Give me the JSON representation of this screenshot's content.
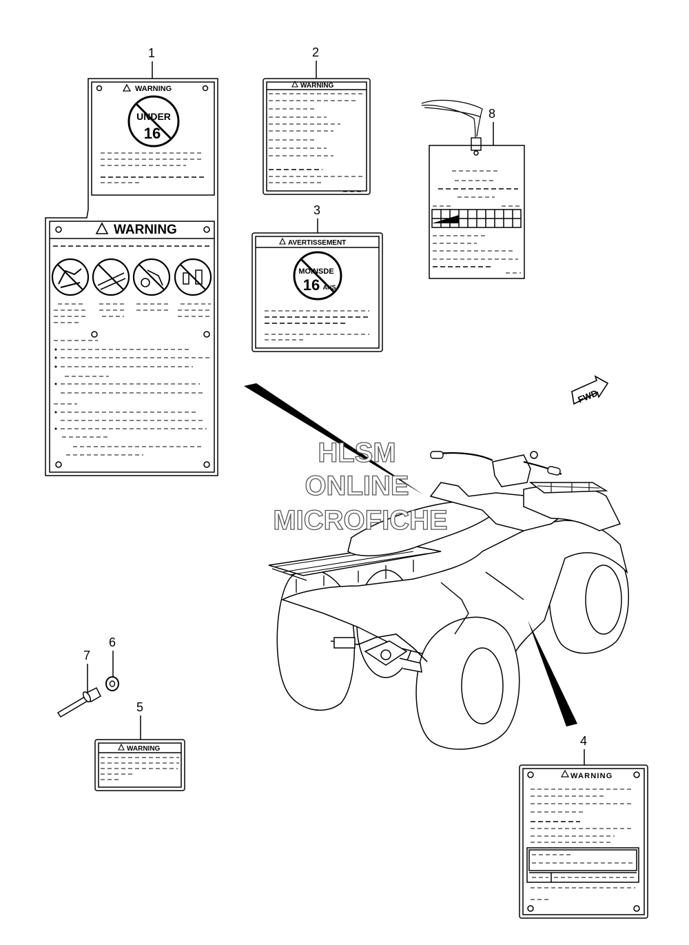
{
  "callouts": {
    "c1": "1",
    "c2": "2",
    "c3": "3",
    "c4": "4",
    "c5": "5",
    "c6": "6",
    "c7": "7",
    "c8": "8"
  },
  "labels": {
    "label1_top_title": "WARNING",
    "label1_circle_line1": "UNDER",
    "label1_circle_line2": "16",
    "label1_bottom_title": "WARNING",
    "label2_title": "WARNING",
    "label3_title": "AVERTISSEMENT",
    "label3_circle_line1": "MOINSDE",
    "label3_circle_line2": "16",
    "label3_circle_line3": "ANS",
    "label4_title": "WARNING",
    "label5_title": "WARNING"
  },
  "watermark": {
    "line1": "HLSM",
    "line2": "ONLINE",
    "line3": "MICROFICHE"
  },
  "direction_badge": "FWD",
  "colors": {
    "ink": "#000000",
    "paper": "#ffffff",
    "watermark_outline": "#555555"
  }
}
